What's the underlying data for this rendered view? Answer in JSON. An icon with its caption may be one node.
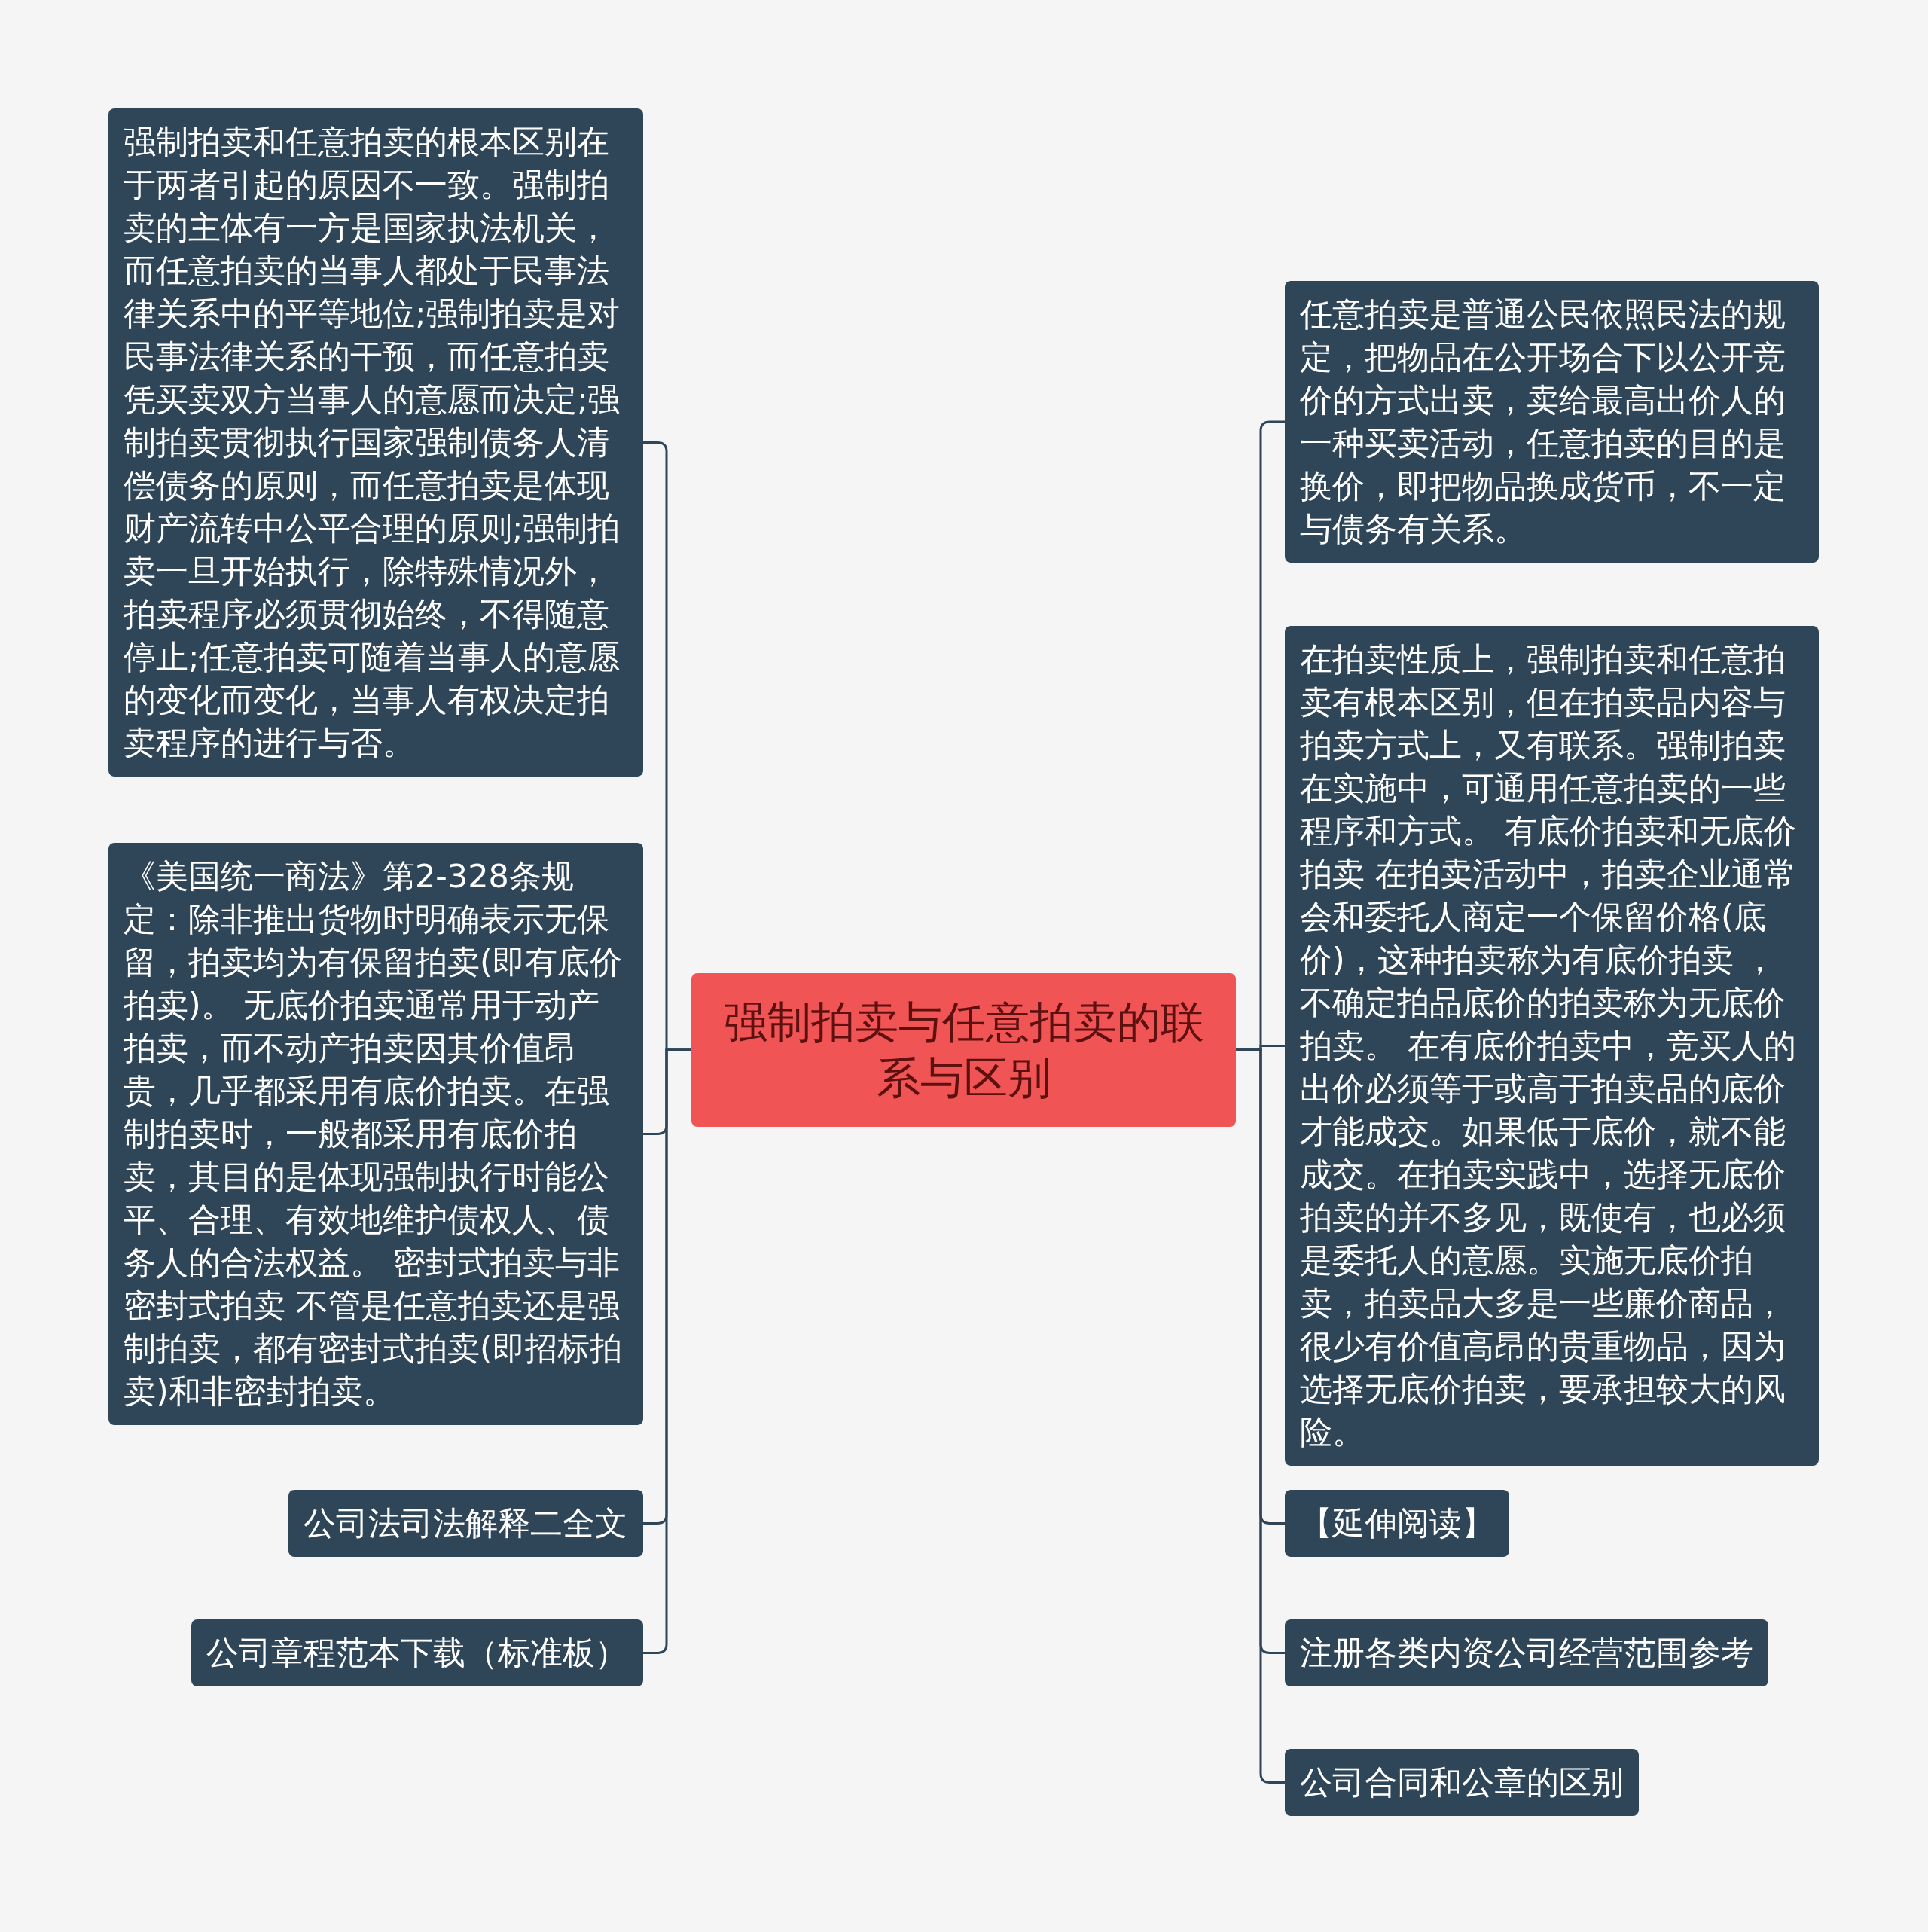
{
  "diagram": {
    "nodes": [
      {
        "text": [
          "强制拍卖与任意拍卖的联系与区别"
        ]
      },
      {
        "text": [
          "强制拍卖和任意拍卖的根本区别在于两者引起的原因不一致。强制拍卖的主体有一方是国家执法机关，而任意拍卖的当事人都处于民事法律关系中的平等地位;强制拍卖是对民事法律关系的干预，而任意拍卖凭买卖双方当事人的意愿而决定;强制拍卖贯彻执行国家强制债务人清偿债务的原则，而任意拍卖是体现财产流转中公平合理的原则;强制拍卖一旦开始执行，除特殊情况外，拍卖程序必须贯彻始终，不得随意停止;任意拍卖可随着当事人的意愿的变化而变化，当事人有权决定拍卖程序的进行与否。"
        ]
      },
      {
        "text": [
          "《美国统一商法》第2-328条规定：除非推出货物时明确表示无保留，拍卖均为有保留拍卖(即有底价拍卖)。 无底价拍卖通常用于动产拍卖，而不动产拍卖因其价值昂贵，几乎都采用有底价拍卖。在强制拍卖时，一般都采用有底价拍卖，其目的是体现强制执行时能公平、合理、有效地维护债权人、债务人的合法权益。 密封式拍卖与非密封式拍卖 不管是任意拍卖还是强制拍卖，都有密封式拍卖(即招标拍卖)和非密封拍卖。"
        ]
      },
      {
        "text": [
          "公司法司法解释二全文"
        ]
      },
      {
        "text": [
          "公司章程范本下载（标准板）"
        ]
      },
      {
        "text": [
          "任意拍卖是普通公民依照民法的规定，把物品在公开场合下以公开竞价的方式出卖，卖给最高出价人的一种买卖活动，任意拍卖的目的是换价，即把物品换成货币，不一定与债务有关系。"
        ]
      },
      {
        "text": [
          "在拍卖性质上，强制拍卖和任意拍卖有根本区别，但在拍卖品内容与拍卖方式上，又有联系。强制拍卖在实施中，可通用任意拍卖的一些程序和方式。 有底价拍卖和无底价拍卖 在拍卖活动中，拍卖企业通常会和委托人商定一个保留价格(底价)，这种拍卖称为有底价拍卖 ，不确定拍品底价的拍卖称为无底价拍卖。 在有底价拍卖中，竞买人的出价必须等于或高于拍卖品的底价才能成交。如果低于底价，就不能成交。在拍卖实践中，选择无底价拍卖的并不多见，既使有，也必须是委托人的意愿。实施无底价拍卖，拍卖品大多是一些廉价商品，很少有价值高昂的贵重物品，因为选择无底价拍卖，要承担较大的风险。"
        ]
      },
      {
        "text": [
          "【延伸阅读】"
        ]
      },
      {
        "text": [
          "注册各类内资公司经营范围参考"
        ]
      },
      {
        "text": [
          "公司合同和公章的区别"
        ]
      }
    ],
    "edges": [
      {
        "from": 0,
        "to": 1,
        "arrow": "none"
      },
      {
        "from": 0,
        "to": 2,
        "arrow": "none"
      },
      {
        "from": 0,
        "to": 3,
        "arrow": "none"
      },
      {
        "from": 0,
        "to": 4,
        "arrow": "none"
      },
      {
        "from": 0,
        "to": 5,
        "arrow": "none"
      },
      {
        "from": 0,
        "to": 6,
        "arrow": "none"
      },
      {
        "from": 0,
        "to": 7,
        "arrow": "none"
      },
      {
        "from": 0,
        "to": 8,
        "arrow": "none"
      },
      {
        "from": 0,
        "to": 9,
        "arrow": "none"
      }
    ]
  }
}
